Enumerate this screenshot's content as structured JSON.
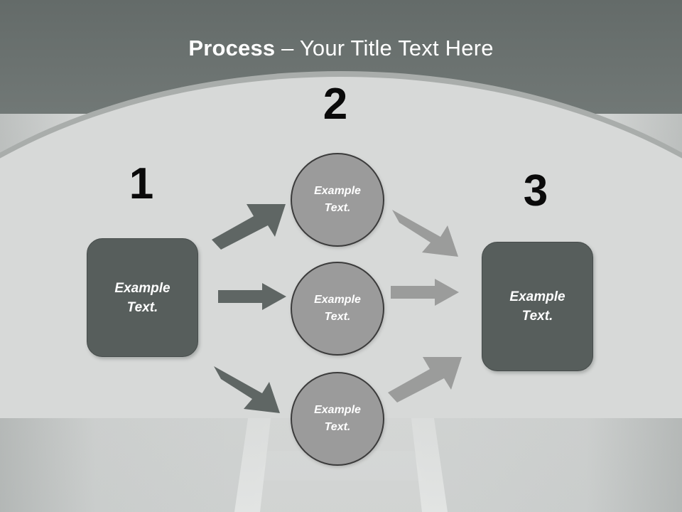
{
  "slide": {
    "title_bold": "Process",
    "title_rest": " – Your Title Text Here",
    "background": {
      "header_color": "#6b7270",
      "body_color": "#d7d9d8",
      "horizon_band_color": "#a9adab"
    }
  },
  "steps": [
    {
      "number": "1",
      "label": "Example\nText."
    },
    {
      "number": "2",
      "label": ""
    },
    {
      "number": "3",
      "label": "Example\nText."
    }
  ],
  "step_numbers": {
    "one": "1",
    "two": "2",
    "three": "3"
  },
  "boxes": {
    "left": {
      "line1": "Example",
      "line2": "Text.",
      "fill_color": "#575e5c",
      "text_color": "#ffffff"
    },
    "right": {
      "line1": "Example",
      "line2": "Text.",
      "fill_color": "#575e5c",
      "text_color": "#ffffff"
    }
  },
  "circles": [
    {
      "line1": "Example",
      "line2": "Text.",
      "fill_color": "#9b9b9b",
      "text_color": "#ffffff"
    },
    {
      "line1": "Example",
      "line2": "Text.",
      "fill_color": "#9b9b9b",
      "text_color": "#ffffff"
    },
    {
      "line1": "Example",
      "line2": "Text.",
      "fill_color": "#9b9b9b",
      "text_color": "#ffffff"
    }
  ],
  "arrows": {
    "incoming_color": "#5f6664",
    "outgoing_color": "#9b9c9b",
    "incoming": [
      {
        "name": "arrow-box1-to-circle1",
        "direction": "up-right"
      },
      {
        "name": "arrow-box1-to-circle2",
        "direction": "right"
      },
      {
        "name": "arrow-box1-to-circle3",
        "direction": "down-right"
      }
    ],
    "outgoing": [
      {
        "name": "arrow-circle1-to-box3",
        "direction": "down-right"
      },
      {
        "name": "arrow-circle2-to-box3",
        "direction": "right"
      },
      {
        "name": "arrow-circle3-to-box3",
        "direction": "up-right"
      }
    ]
  }
}
